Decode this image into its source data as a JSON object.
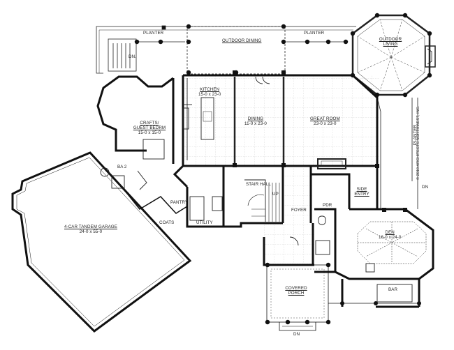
{
  "rooms": {
    "planter_left": "PLANTER",
    "outdoor_dining": "OUTDOOR DINING",
    "planter_mid": "PLANTER",
    "outdoor_living": "OUTDOOR LIVING",
    "kitchen": {
      "name": "KITCHEN",
      "dims": "15-0 x 23-0"
    },
    "dining": {
      "name": "DINING",
      "dims": "11-0 x 23-0"
    },
    "great_room": {
      "name": "GREAT ROOM",
      "dims": "23-0 x 23-0"
    },
    "crafts": {
      "name": "CRAFTS/ GUEST BEDRM",
      "dims": "15-0 x 15-0"
    },
    "ba2": "BA 2",
    "garage": {
      "name": "4-CAR TANDEM GARAGE",
      "dims": "24-0 x 55-0"
    },
    "pantry": "PANTRY",
    "coats": "COATS",
    "utility": "UTILITY",
    "stair_hall": "STAIR HALL",
    "foyer": "FOYER",
    "pdr": "PDR",
    "side_entry": "SIDE ENTRY",
    "den": {
      "name": "DEN",
      "dims": "16-0 x 24-0"
    },
    "bar": "BAR",
    "covered_porch": "COVERED PORCH",
    "planter_right": "PLANTER"
  },
  "markers": {
    "dn_top": "DN.",
    "dn_right": "DN",
    "dn_bottom": "DN",
    "up": "UP"
  },
  "copyright": "© 2010 ARCHITECTS NORTHWEST, INC."
}
